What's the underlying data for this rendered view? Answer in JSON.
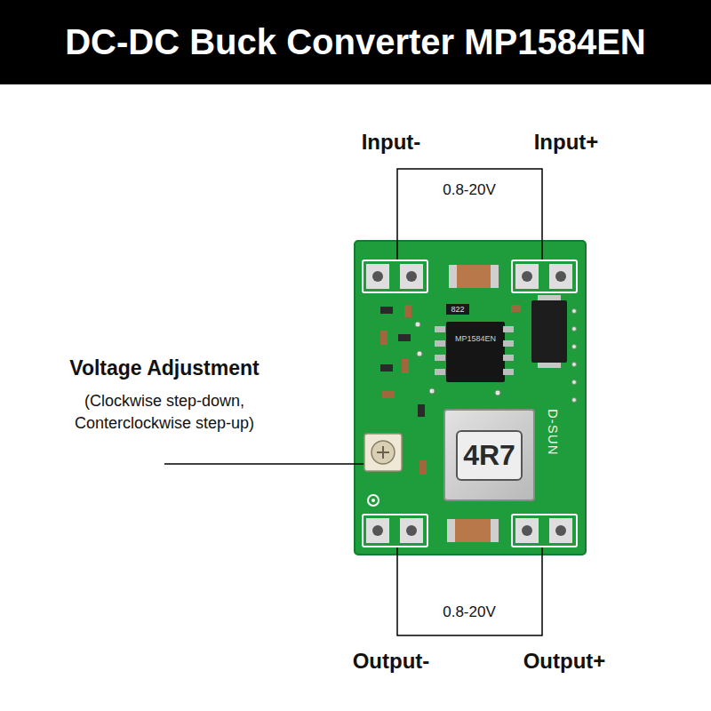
{
  "diagram": {
    "title": "DC-DC Buck Converter MP1584EN",
    "nodes": [
      {
        "text": [
          "D-SUN"
        ]
      },
      {
        "text": [
          "822"
        ],
        "in": 0
      },
      {
        "text": [
          "MP1584EN"
        ],
        "in": 0
      },
      {
        "text": [
          "4R7"
        ],
        "in": 0
      }
    ],
    "labels": [
      "Input-",
      "Input+",
      "0.8-20V",
      "Voltage Adjustment",
      "(Clockwise step-down, Conterclockwise step-up)",
      "0.8-20V",
      "Output-",
      "Output+"
    ]
  }
}
